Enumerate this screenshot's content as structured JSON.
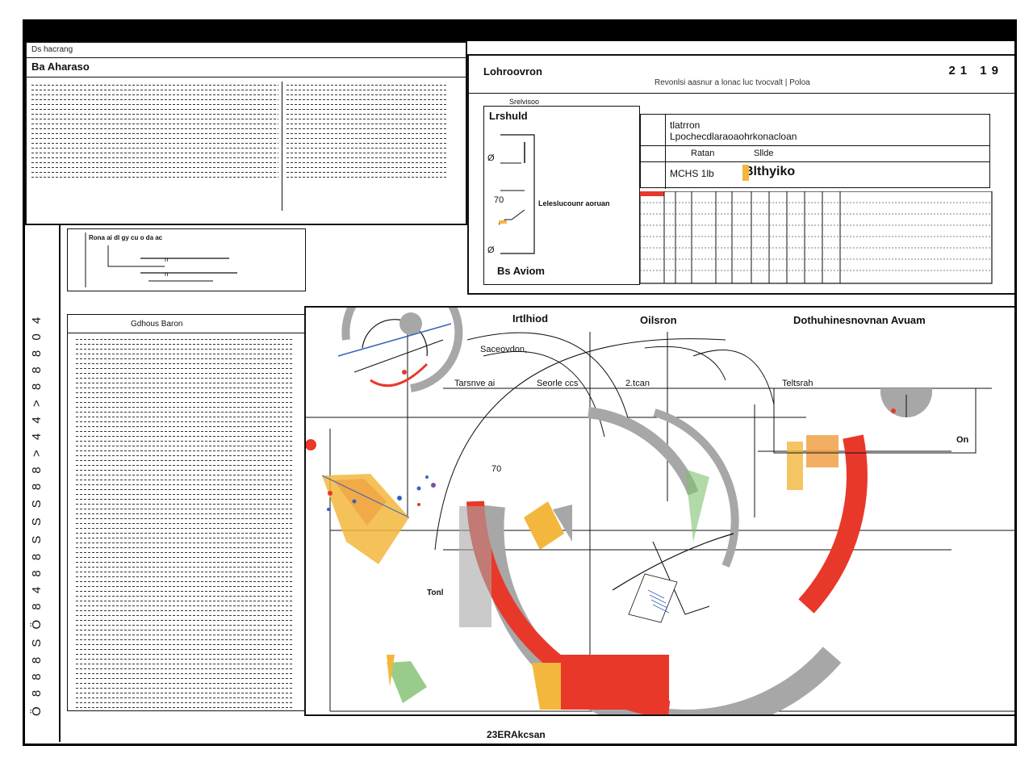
{
  "panel_top_left": {
    "header_small": "Ds hacrang",
    "header_big": "Ba Aharaso"
  },
  "panel_top_right": {
    "title": "Lohroovron",
    "subtitle": "Revonlsi aasnur a lonac luc tvocvalt | Poloa",
    "page_number": "21 19",
    "section_label": "Srelvisoo",
    "chart_label": "Lrshuld",
    "footer_label": "Bs Aviom",
    "info_title_1": "tlatrron",
    "info_title_2": "Lpochecdlaraoaohrkonacloan",
    "col_a": "Ratan",
    "col_b": "Sllde",
    "row_a": "MCHS 1lb",
    "row_b": "Blthyiko",
    "table_label": "Leleslucounr aoruan",
    "axis_tick_1": "Ø",
    "axis_tick_2": "70",
    "axis_tick_3": "Ø"
  },
  "panel_mid_left": {
    "header": "Rona ai dl gy cu o da ac"
  },
  "panel_left_text": {
    "header": "Gdhous Baron"
  },
  "main_diagram": {
    "label_1": "Irtlhiod",
    "label_2": "Oilsron",
    "label_3": "Dothuhinesnovnan Avuam",
    "label_4": "Saceovdon,",
    "label_5": "Tarsnve ai",
    "label_6": "Seorle ccs",
    "label_7": "2.tcan",
    "label_8": "Teltsrah",
    "label_9": "Tonl",
    "label_10": "On",
    "label_11": "70",
    "bottom_title": "23ERAkcsan",
    "left_axis": "Ö 8 8 8 S Ö 8 4 8 8 S S S 8 8 > 4 4 > 8 8 8 0 4"
  },
  "colors": {
    "red": "#e8382a",
    "yellow": "#f3b73d",
    "orange": "#ef9a3a",
    "gray": "#a7a7a7",
    "green": "#7fbf6e",
    "blue": "#3565b8",
    "purple": "#7a4fa2",
    "black": "#111111"
  }
}
